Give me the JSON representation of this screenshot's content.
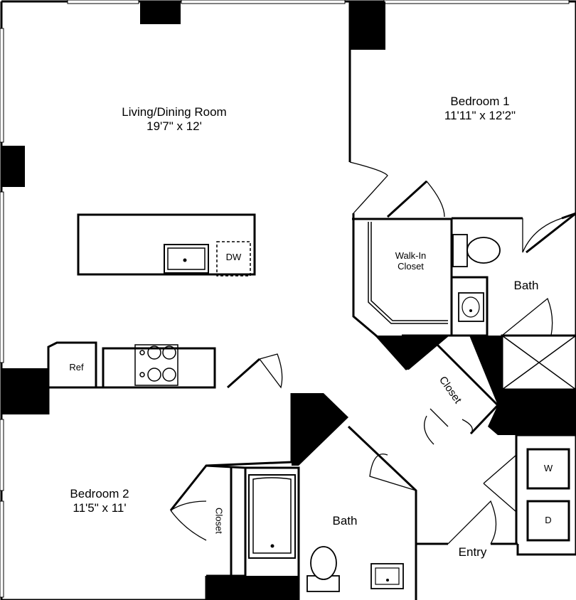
{
  "rooms": {
    "living": {
      "name": "Living/Dining Room",
      "size": "19'7\" x 12'"
    },
    "bedroom1": {
      "name": "Bedroom 1",
      "size": "11'11\" x 12'2\""
    },
    "bedroom2": {
      "name": "Bedroom 2",
      "size": "11'5\" x 11'"
    },
    "walkin": {
      "line1": "Walk-In",
      "line2": "Closet"
    },
    "bath1": {
      "name": "Bath"
    },
    "bath2": {
      "name": "Bath"
    },
    "closet1": {
      "name": "Closet"
    },
    "closet2": {
      "name": "Closet"
    },
    "entry": {
      "name": "Entry"
    }
  },
  "fixtures": {
    "dishwasher": "DW",
    "refrigerator": "Ref",
    "washer": "W",
    "dryer": "D"
  }
}
